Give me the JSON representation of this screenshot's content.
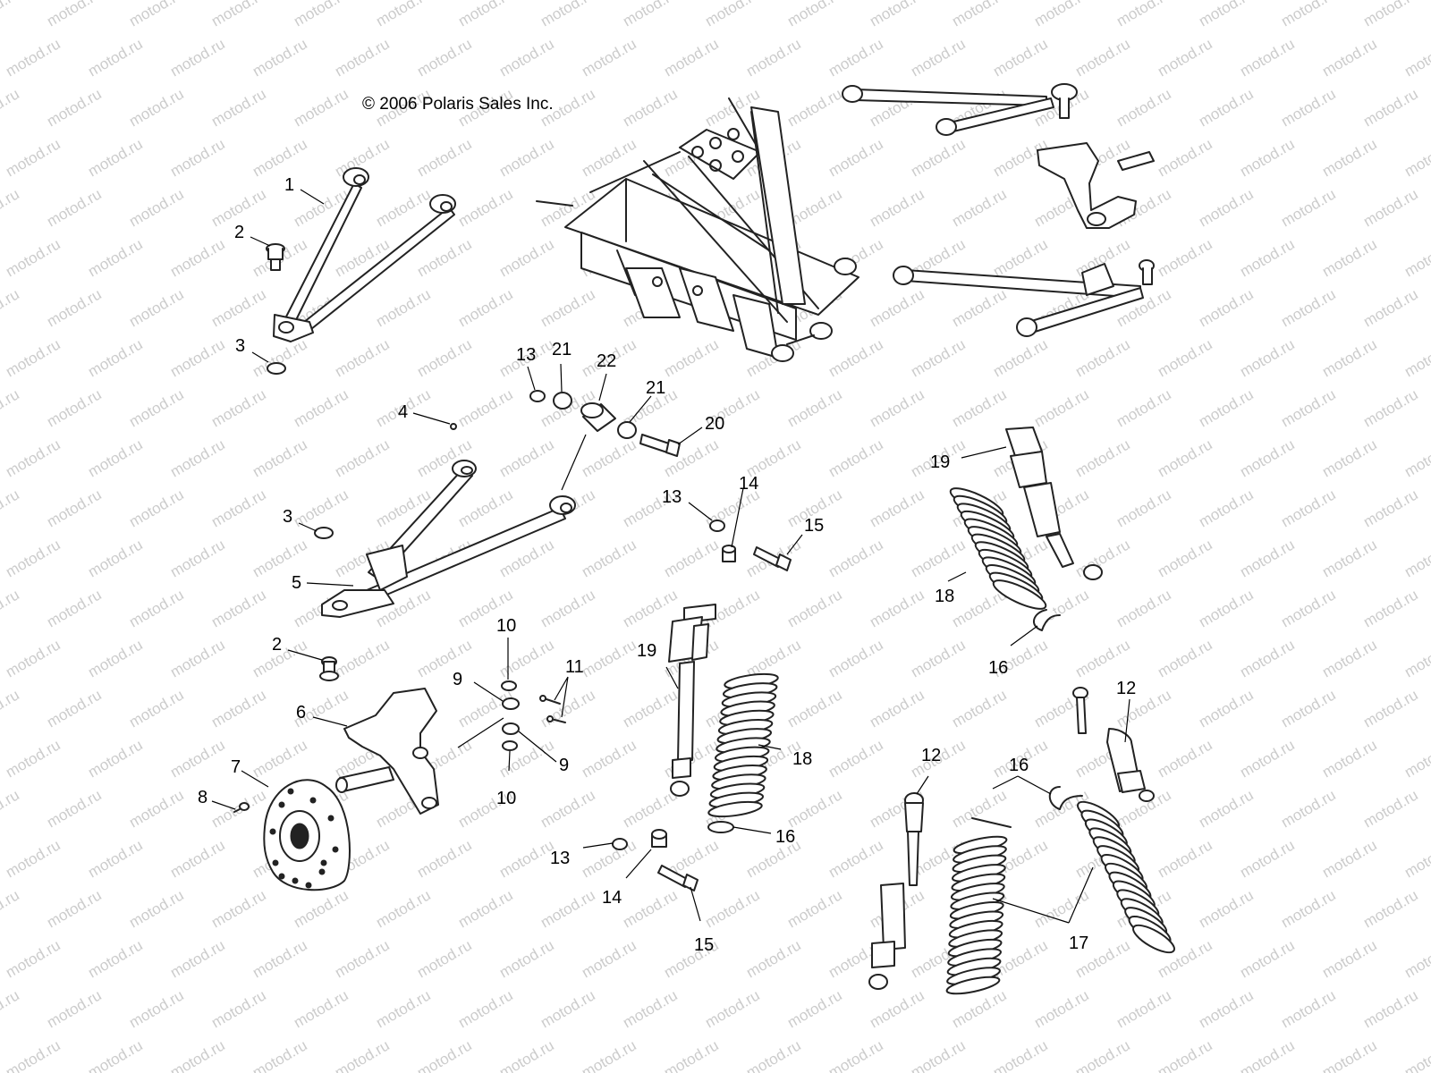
{
  "copyright": "© 2006 Polaris Sales Inc.",
  "watermark": "motod.ru",
  "colors": {
    "line": "#222222",
    "watermark": "#cccccc",
    "background": "#ffffff"
  },
  "callouts": [
    {
      "id": "c1",
      "text": "1"
    },
    {
      "id": "c2a",
      "text": "2"
    },
    {
      "id": "c3a",
      "text": "3"
    },
    {
      "id": "c4",
      "text": "4"
    },
    {
      "id": "c3b",
      "text": "3"
    },
    {
      "id": "c5",
      "text": "5"
    },
    {
      "id": "c2b",
      "text": "2"
    },
    {
      "id": "c6",
      "text": "6"
    },
    {
      "id": "c7",
      "text": "7"
    },
    {
      "id": "c8",
      "text": "8"
    },
    {
      "id": "c13a",
      "text": "13"
    },
    {
      "id": "c21a",
      "text": "21"
    },
    {
      "id": "c22",
      "text": "22"
    },
    {
      "id": "c21b",
      "text": "21"
    },
    {
      "id": "c20",
      "text": "20"
    },
    {
      "id": "c13b",
      "text": "13"
    },
    {
      "id": "c14a",
      "text": "14"
    },
    {
      "id": "c15a",
      "text": "15"
    },
    {
      "id": "c10a",
      "text": "10"
    },
    {
      "id": "c9a",
      "text": "9"
    },
    {
      "id": "c11",
      "text": "11"
    },
    {
      "id": "c9b",
      "text": "9"
    },
    {
      "id": "c10b",
      "text": "10"
    },
    {
      "id": "c19a",
      "text": "19"
    },
    {
      "id": "c18a",
      "text": "18"
    },
    {
      "id": "c16a",
      "text": "16"
    },
    {
      "id": "c13c",
      "text": "13"
    },
    {
      "id": "c14b",
      "text": "14"
    },
    {
      "id": "c15b",
      "text": "15"
    },
    {
      "id": "c19b",
      "text": "19"
    },
    {
      "id": "c18b",
      "text": "18"
    },
    {
      "id": "c16b",
      "text": "16"
    },
    {
      "id": "c12a",
      "text": "12"
    },
    {
      "id": "c12b",
      "text": "12"
    },
    {
      "id": "c16c",
      "text": "16"
    },
    {
      "id": "c17",
      "text": "17"
    }
  ]
}
